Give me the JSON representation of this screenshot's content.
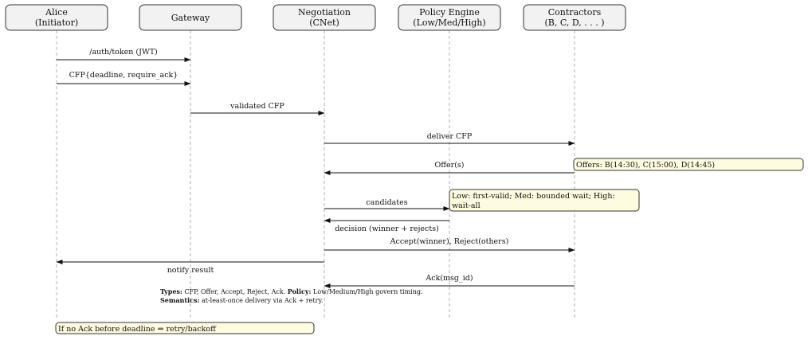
{
  "participants": [
    {
      "id": "alice",
      "name": "Alice",
      "sub": "(Initiator)"
    },
    {
      "id": "gateway",
      "name": "Gateway",
      "sub": ""
    },
    {
      "id": "negotiation",
      "name": "Negotiation",
      "sub": "(CNet)"
    },
    {
      "id": "policy",
      "name": "Policy Engine",
      "sub": "(Low/Med/High)"
    },
    {
      "id": "contractors",
      "name": "Contractors",
      "sub": "(B, C, D, . . . )"
    }
  ],
  "messages": [
    {
      "from": "alice",
      "to": "gateway",
      "label": "/auth/token (JWT)"
    },
    {
      "from": "alice",
      "to": "gateway",
      "label": "CFP{deadline, require_ack}"
    },
    {
      "from": "gateway",
      "to": "negotiation",
      "label": "validated CFP"
    },
    {
      "from": "negotiation",
      "to": "contractors",
      "label": "deliver CFP"
    },
    {
      "from": "contractors",
      "to": "negotiation",
      "label": "Offer(s)"
    },
    {
      "from": "negotiation",
      "to": "policy",
      "label": "candidates"
    },
    {
      "from": "policy",
      "to": "negotiation",
      "label": "decision (winner + rejects)"
    },
    {
      "from": "negotiation",
      "to": "contractors",
      "label": "Accept(winner), Reject(others)"
    },
    {
      "from": "negotiation",
      "to": "alice",
      "label": "notify result"
    },
    {
      "from": "contractors",
      "to": "negotiation",
      "label": "Ack(msg_id)"
    }
  ],
  "notes": [
    {
      "id": "offers",
      "lines": [
        "Offers: B(14:30), C(15:00), D(14:45)"
      ]
    },
    {
      "id": "policy",
      "lines": [
        "Low: first-valid; Med: bounded wait; High:",
        "wait-all"
      ]
    },
    {
      "id": "retry",
      "lines": [
        "If no Ack before deadline ⇒ retry/backoff"
      ]
    }
  ],
  "legend": {
    "types_label": "Types:",
    "types_text": "CFP, Offer, Accept, Reject, Ack.",
    "policy_label": "Policy:",
    "policy_text": "Low/Medium/High govern timing.",
    "semantics_label": "Semantics:",
    "semantics_text": "at-least-once delivery via Ack + retry."
  },
  "colors": {
    "note_fill": "#fdfbe0",
    "participant_fill": "#f2f2f2",
    "lifeline": "#b0b0b0"
  }
}
